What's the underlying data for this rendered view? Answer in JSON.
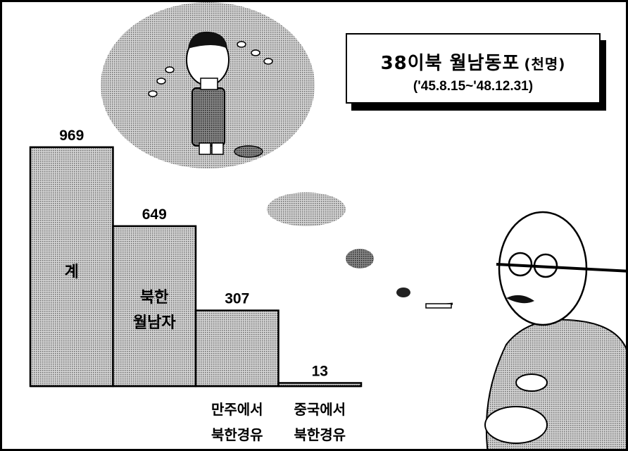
{
  "chart_data": {
    "type": "bar",
    "title": "38이북 월남동포",
    "unit": "(천명)",
    "subtitle": "('45.8.15~'48.12.31)",
    "categories": [
      [
        "계"
      ],
      [
        "북한",
        "월남자"
      ],
      [
        "만주에서",
        "북한경유"
      ],
      [
        "중국에서",
        "북한경유"
      ]
    ],
    "values": [
      969,
      649,
      307,
      13
    ],
    "ylim": [
      0,
      1000
    ],
    "grid": false,
    "legend": "none",
    "colors": {
      "bar_fill": "#b8b8b8",
      "outline": "#000000",
      "background": "#ffffff"
    }
  }
}
